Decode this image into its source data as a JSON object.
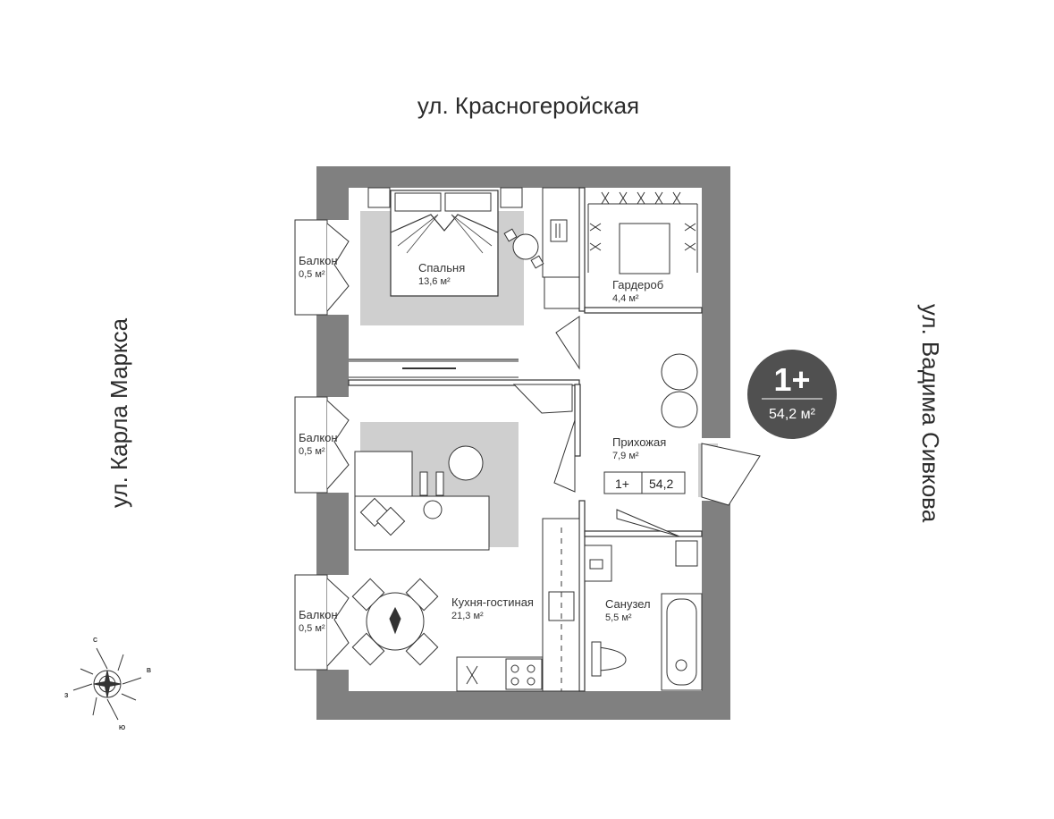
{
  "streets": {
    "top": "ул. Красногеройская",
    "left": "ул. Карла Маркса",
    "right": "ул. Вадима Сивкова"
  },
  "badge": {
    "type": "1+",
    "area": "54,2 м²",
    "color": "#505050"
  },
  "rooms": {
    "bedroom": {
      "name": "Спальня",
      "area": "13,6 м²"
    },
    "wardrobe": {
      "name": "Гардероб",
      "area": "4,4 м²"
    },
    "hallway": {
      "name": "Прихожая",
      "area": "7,9 м²"
    },
    "kitchen": {
      "name": "Кухня-гостиная",
      "area": "21,3 м²"
    },
    "bathroom": {
      "name": "Санузел",
      "area": "5,5 м²"
    },
    "balcony1": {
      "name": "Балкон",
      "area": "0,5 м²"
    },
    "balcony2": {
      "name": "Балкон",
      "area": "0,5 м²"
    },
    "balcony3": {
      "name": "Балкон",
      "area": "0,5 м²"
    }
  },
  "tag": {
    "type": "1+",
    "area": "54,2"
  },
  "compass": {
    "n": "С",
    "e": "В",
    "s": "Ю",
    "w": "З"
  },
  "colors": {
    "wall": "#808080",
    "rug": "#cfcfcf",
    "badge": "#505050"
  }
}
